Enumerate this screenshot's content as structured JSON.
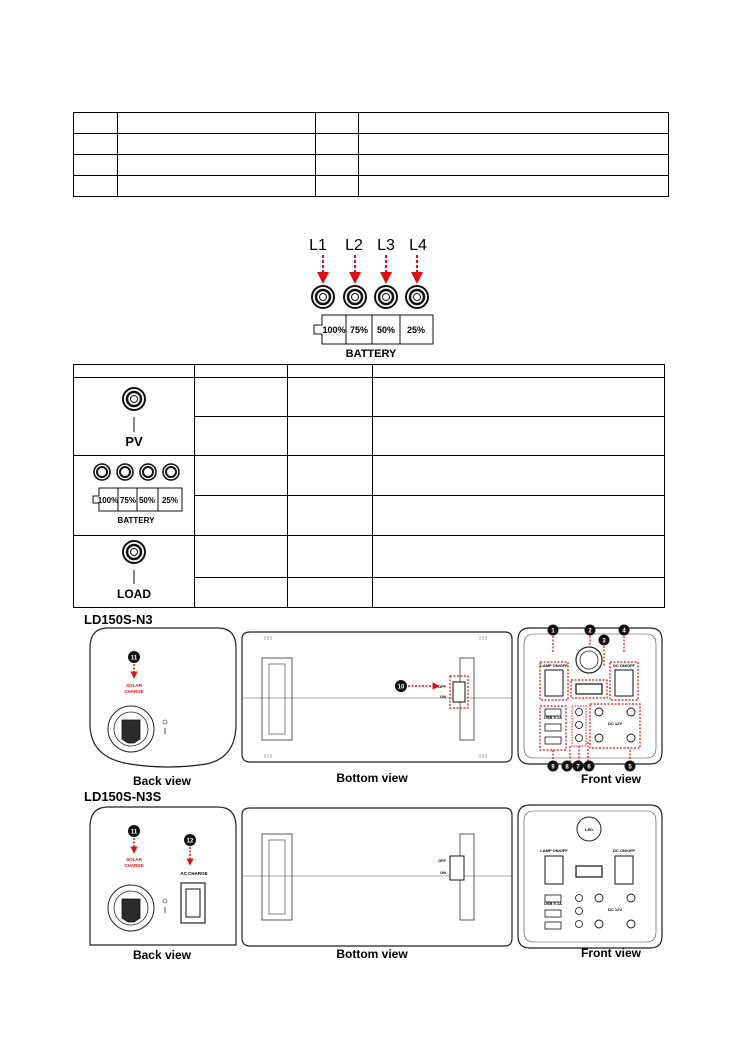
{
  "indicator_diagram": {
    "labels": [
      "L1",
      "L2",
      "L3",
      "L4"
    ],
    "percents": [
      "100%",
      "75%",
      "50%",
      "25%"
    ],
    "battery_title": "BATTERY"
  },
  "status_table": {
    "rows": [
      {
        "icon_label": "PV"
      },
      {
        "icon_label": "BATTERY",
        "percents": [
          "100%",
          "75%",
          "50%",
          "25%"
        ]
      },
      {
        "icon_label": "LOAD"
      }
    ]
  },
  "models": {
    "n3": {
      "name": "LD150S-N3",
      "back_view": "Back view",
      "bottom_view": "Bottom view",
      "front_view": "Front view",
      "solar_label": [
        "SOLAR",
        "CHARGE"
      ],
      "switch_off": "OFF",
      "switch_on": "ON",
      "lamp_label": "LAMP ON/OFF",
      "dc_onoff_label": "DC ON/OFF",
      "usb_label": "USB 5.1A",
      "dc12_label": "DC 12V",
      "callouts": [
        "1",
        "2",
        "3",
        "4",
        "5",
        "6",
        "7",
        "8",
        "9",
        "10",
        "11"
      ]
    },
    "n3s": {
      "name": "LD150S-N3S",
      "back_view": "Back view",
      "bottom_view": "Bottom view",
      "front_view": "Front view",
      "solar_label": [
        "SOLAR",
        "CHARGE"
      ],
      "ac_label": "AC CHARGE",
      "switch_off": "OFF",
      "switch_on": "ON",
      "led_label": "LED",
      "lamp_label": "LAMP ON/OFF",
      "dc_onoff_label": "DC ON/OFF",
      "usb_label": "USB 5.1A",
      "dc12_label": "DC 12V",
      "callouts": [
        "11",
        "12"
      ]
    }
  },
  "colors": {
    "callout_red": "#e01010",
    "line": "#222222"
  }
}
